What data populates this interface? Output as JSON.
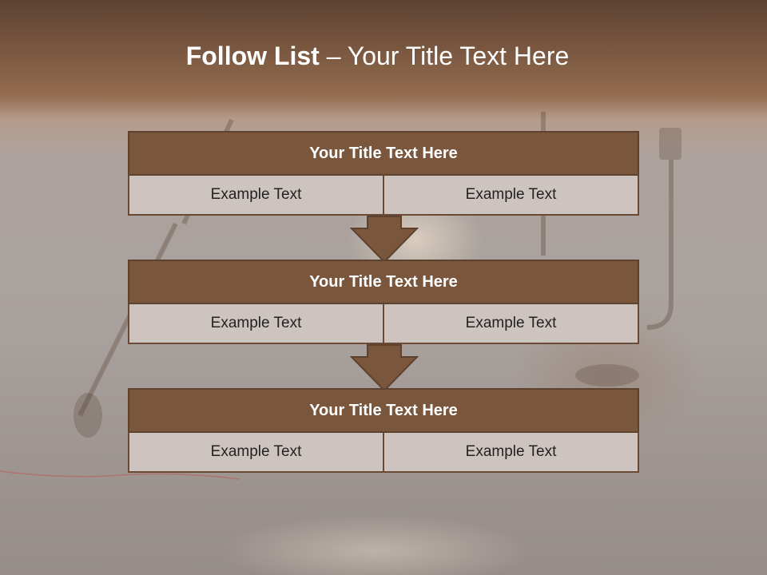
{
  "slide": {
    "title_bold": "Follow List",
    "title_rest": "– Your Title Text Here"
  },
  "blocks": [
    {
      "title": "Your Title Text Here",
      "left_text": "Example Text",
      "right_text": "Example Text"
    },
    {
      "title": "Your Title Text Here",
      "left_text": "Example Text",
      "right_text": "Example Text"
    },
    {
      "title": "Your Title Text Here",
      "left_text": "Example Text",
      "right_text": "Example Text"
    }
  ],
  "colors": {
    "header_brown": "#7a563c",
    "cell_gray": "#cdc4c0",
    "border_brown": "#5e4230"
  }
}
